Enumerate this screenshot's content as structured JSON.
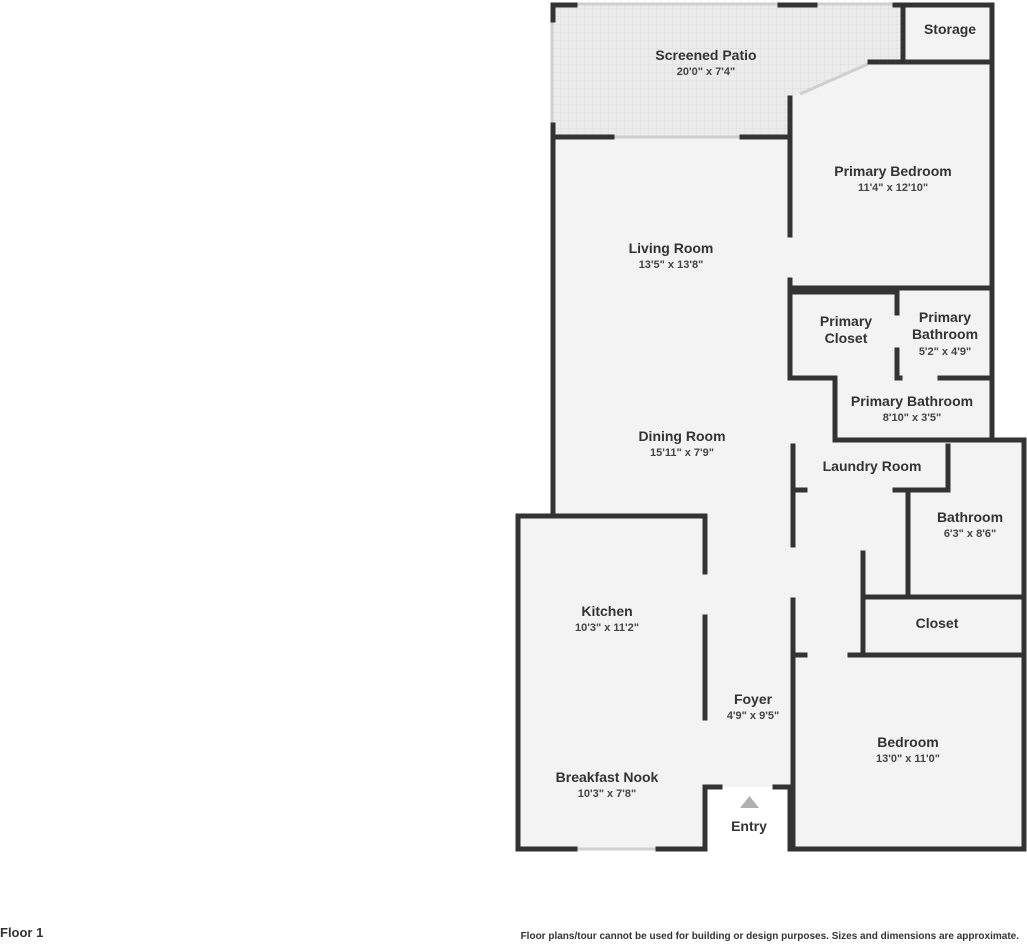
{
  "floor": {
    "label": "Floor 1"
  },
  "disclaimer": "Floor plans/tour cannot be used for building or design purposes. Sizes and dimensions are approximate.",
  "colors": {
    "wall": "#333333",
    "floor_fill": "#f3f3f3",
    "patio_fill": "#e9e9e9",
    "window": "#cfcfcf"
  },
  "rooms": {
    "storage": {
      "name": "Storage"
    },
    "screened_patio": {
      "name": "Screened Patio",
      "dims": "20'0\" x 7'4\""
    },
    "primary_bedroom": {
      "name": "Primary Bedroom",
      "dims": "11'4\" x 12'10\""
    },
    "living_room": {
      "name": "Living Room",
      "dims": "13'5\" x 13'8\""
    },
    "primary_closet": {
      "name_line1": "Primary",
      "name_line2": "Closet"
    },
    "primary_bathroom_small": {
      "name_line1": "Primary",
      "name_line2": "Bathroom",
      "dims": "5'2\" x 4'9\""
    },
    "primary_bathroom_large": {
      "name": "Primary Bathroom",
      "dims": "8'10\" x 3'5\""
    },
    "dining_room": {
      "name": "Dining Room",
      "dims": "15'11\" x 7'9\""
    },
    "laundry_room": {
      "name": "Laundry Room"
    },
    "bathroom": {
      "name": "Bathroom",
      "dims": "6'3\" x 8'6\""
    },
    "kitchen": {
      "name": "Kitchen",
      "dims": "10'3\" x 11'2\""
    },
    "closet": {
      "name": "Closet"
    },
    "foyer": {
      "name": "Foyer",
      "dims": "4'9\" x 9'5\""
    },
    "bedroom": {
      "name": "Bedroom",
      "dims": "13'0\" x 11'0\""
    },
    "breakfast_nook": {
      "name": "Breakfast Nook",
      "dims": "10'3\" x 7'8\""
    },
    "entry": {
      "name": "Entry"
    }
  }
}
